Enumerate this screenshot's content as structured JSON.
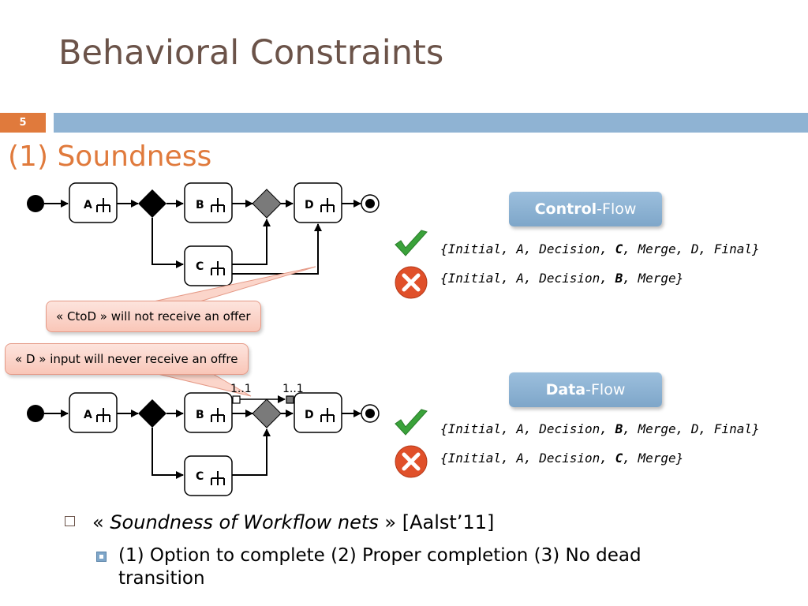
{
  "slide": {
    "title": "Behavioral Constraints",
    "page_number": "5",
    "section_heading": "(1) Soundness"
  },
  "diagram1": {
    "activities": [
      "A",
      "B",
      "C",
      "D"
    ],
    "callout_1": "« CtoD » will not receive an offer",
    "callout_2": "« D » input will never receive an offre"
  },
  "diagram2": {
    "activities": [
      "A",
      "B",
      "C",
      "D"
    ],
    "multiplicity_b": "1..1",
    "multiplicity_d": "1..1"
  },
  "control_flow": {
    "label_bold": "Control",
    "label_rest": "-Flow",
    "valid_sequence": [
      "{Initial, A, Decision, ",
      "C",
      ", Merge, D, Final}"
    ],
    "invalid_sequence": [
      "{Initial, A, Decision, ",
      "B",
      ", Merge}"
    ]
  },
  "data_flow": {
    "label_bold": "Data",
    "label_rest": "-Flow",
    "valid_sequence": [
      "{Initial, A, Decision, ",
      "B",
      ", Merge, D, Final}"
    ],
    "invalid_sequence": [
      "{Initial, A, Decision, ",
      "C",
      ", Merge}"
    ]
  },
  "bullets": {
    "level1_open": "« ",
    "level1_italic": "Soundness of  Workflow nets",
    "level1_close": " » [Aalst’11]",
    "level2": "(1) Option to complete (2) Proper completion (3) No dead transition"
  },
  "colors": {
    "title": "#6b5349",
    "accent_orange": "#e07a3c",
    "bar_blue": "#8fb3d3",
    "check_green": "#3aa23a",
    "cross_red": "#e0502a",
    "callout_fill": "#fbd5ca"
  },
  "icons": [
    "check-icon",
    "cross-icon",
    "rake-icon",
    "initial-node-icon",
    "final-node-icon"
  ]
}
